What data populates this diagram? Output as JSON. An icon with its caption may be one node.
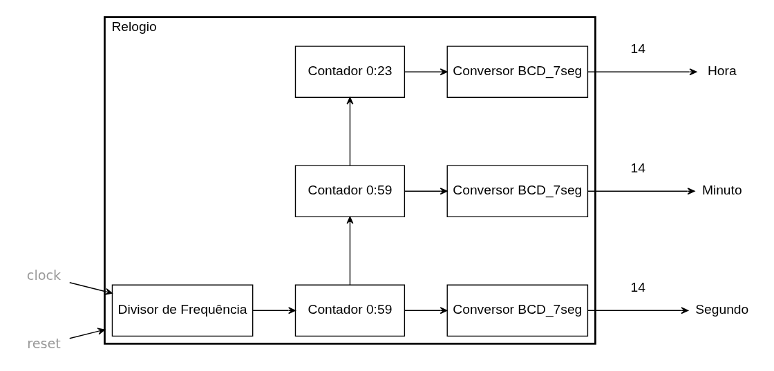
{
  "diagram": {
    "nodes": [
      {
        "text": [
          "Relogio"
        ]
      },
      {
        "text": [
          "clock"
        ]
      },
      {
        "text": [
          "reset"
        ]
      },
      {
        "text": [
          "Divisor de Frequência"
        ],
        "in": 0
      },
      {
        "text": [
          "Contador 0:59"
        ],
        "in": 0
      },
      {
        "text": [
          "Conversor BCD_7seg"
        ],
        "in": 0
      },
      {
        "text": [
          "Contador 0:59"
        ],
        "in": 0
      },
      {
        "text": [
          "Conversor BCD_7seg"
        ],
        "in": 0
      },
      {
        "text": [
          "Contador 0:23"
        ],
        "in": 0
      },
      {
        "text": [
          "Conversor BCD_7seg"
        ],
        "in": 0
      },
      {
        "text": [
          "Segundo"
        ]
      },
      {
        "text": [
          "Minuto"
        ]
      },
      {
        "text": [
          "Hora"
        ]
      }
    ],
    "edges": [
      {
        "from": 1,
        "to": 3,
        "arrow": "to"
      },
      {
        "from": 2,
        "to": 0,
        "arrow": "to"
      },
      {
        "from": 3,
        "to": 4,
        "arrow": "to"
      },
      {
        "from": 4,
        "to": 5,
        "arrow": "to"
      },
      {
        "from": 4,
        "to": 6,
        "arrow": "to"
      },
      {
        "from": 6,
        "to": 7,
        "arrow": "to"
      },
      {
        "from": 6,
        "to": 8,
        "arrow": "to"
      },
      {
        "from": 8,
        "to": 9,
        "arrow": "to"
      },
      {
        "from": 5,
        "to": 10,
        "arrow": "to",
        "label": "14"
      },
      {
        "from": 7,
        "to": 11,
        "arrow": "to",
        "label": "14"
      },
      {
        "from": 9,
        "to": 12,
        "arrow": "to",
        "label": "14"
      }
    ]
  }
}
